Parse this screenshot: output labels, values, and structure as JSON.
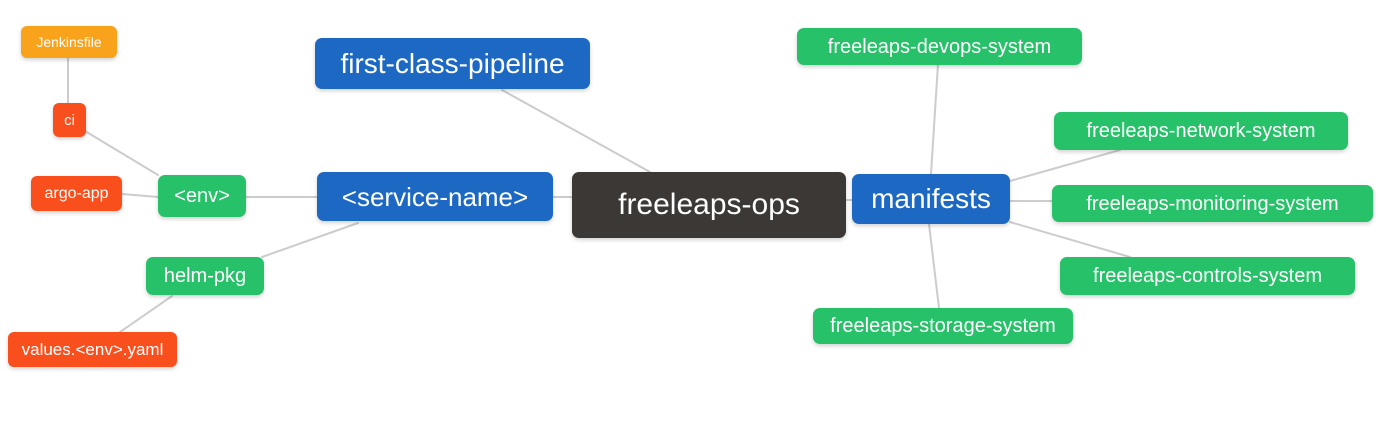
{
  "diagram": {
    "type": "mindmap",
    "root": "freeleaps-ops",
    "palette": {
      "blue": "#1d68c3",
      "green": "#26c169",
      "orange": "#f9a31d",
      "red": "#f94f1d",
      "dark": "#3b3835",
      "edge": "#cccccc",
      "background": "#ffffff",
      "node_text": "#ffffff"
    },
    "nodes": {
      "jenkinsfile": {
        "label": "Jenkinsfile",
        "color": "orange"
      },
      "ci": {
        "label": "ci",
        "color": "red"
      },
      "argo_app": {
        "label": "argo-app",
        "color": "red"
      },
      "env": {
        "label": "<env>",
        "color": "green"
      },
      "helm_pkg": {
        "label": "helm-pkg",
        "color": "green"
      },
      "values_env_yaml": {
        "label": "values.<env>.yaml",
        "color": "red"
      },
      "first_class_pipeline": {
        "label": "first-class-pipeline",
        "color": "blue"
      },
      "service_name": {
        "label": "<service-name>",
        "color": "blue"
      },
      "freeleaps_ops": {
        "label": "freeleaps-ops",
        "color": "dark"
      },
      "manifests": {
        "label": "manifests",
        "color": "blue"
      },
      "devops": {
        "label": "freeleaps-devops-system",
        "color": "green"
      },
      "network": {
        "label": "freeleaps-network-system",
        "color": "green"
      },
      "monitoring": {
        "label": "freeleaps-monitoring-system",
        "color": "green"
      },
      "controls": {
        "label": "freeleaps-controls-system",
        "color": "green"
      },
      "storage": {
        "label": "freeleaps-storage-system",
        "color": "green"
      }
    },
    "edges": [
      {
        "from": "jenkinsfile",
        "to": "ci"
      },
      {
        "from": "ci",
        "to": "env"
      },
      {
        "from": "argo_app",
        "to": "env"
      },
      {
        "from": "env",
        "to": "service_name"
      },
      {
        "from": "helm_pkg",
        "to": "service_name"
      },
      {
        "from": "values_env_yaml",
        "to": "helm_pkg"
      },
      {
        "from": "first_class_pipeline",
        "to": "freeleaps_ops"
      },
      {
        "from": "service_name",
        "to": "freeleaps_ops"
      },
      {
        "from": "freeleaps_ops",
        "to": "manifests"
      },
      {
        "from": "manifests",
        "to": "devops"
      },
      {
        "from": "manifests",
        "to": "network"
      },
      {
        "from": "manifests",
        "to": "monitoring"
      },
      {
        "from": "manifests",
        "to": "controls"
      },
      {
        "from": "manifests",
        "to": "storage"
      }
    ]
  }
}
